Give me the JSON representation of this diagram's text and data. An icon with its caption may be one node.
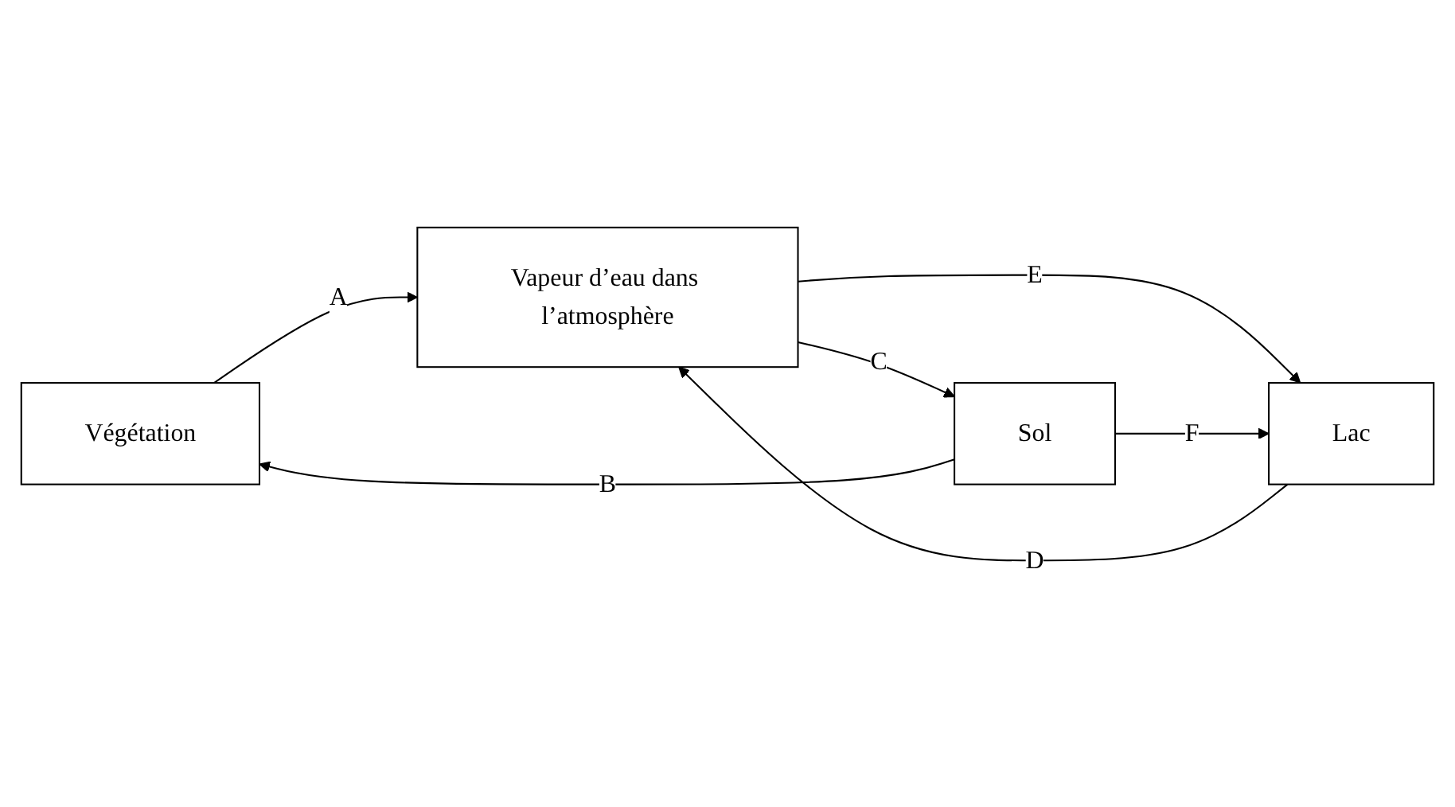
{
  "diagram": {
    "nodes": [
      {
        "text": [
          "Végétation"
        ]
      },
      {
        "text": [
          "Vapeur d’eau dans l’atmosphère"
        ]
      },
      {
        "text": [
          "Sol"
        ]
      },
      {
        "text": [
          "Lac"
        ]
      }
    ],
    "edges": [
      {
        "from": 0,
        "to": 1,
        "arrow": "to",
        "label": "A"
      },
      {
        "from": 2,
        "to": 0,
        "arrow": "to",
        "label": "B"
      },
      {
        "from": 1,
        "to": 2,
        "arrow": "to",
        "label": "C"
      },
      {
        "from": 3,
        "to": 1,
        "arrow": "to",
        "label": "D"
      },
      {
        "from": 1,
        "to": 3,
        "arrow": "to",
        "label": "E"
      },
      {
        "from": 2,
        "to": 3,
        "arrow": "to",
        "label": "F"
      }
    ]
  }
}
